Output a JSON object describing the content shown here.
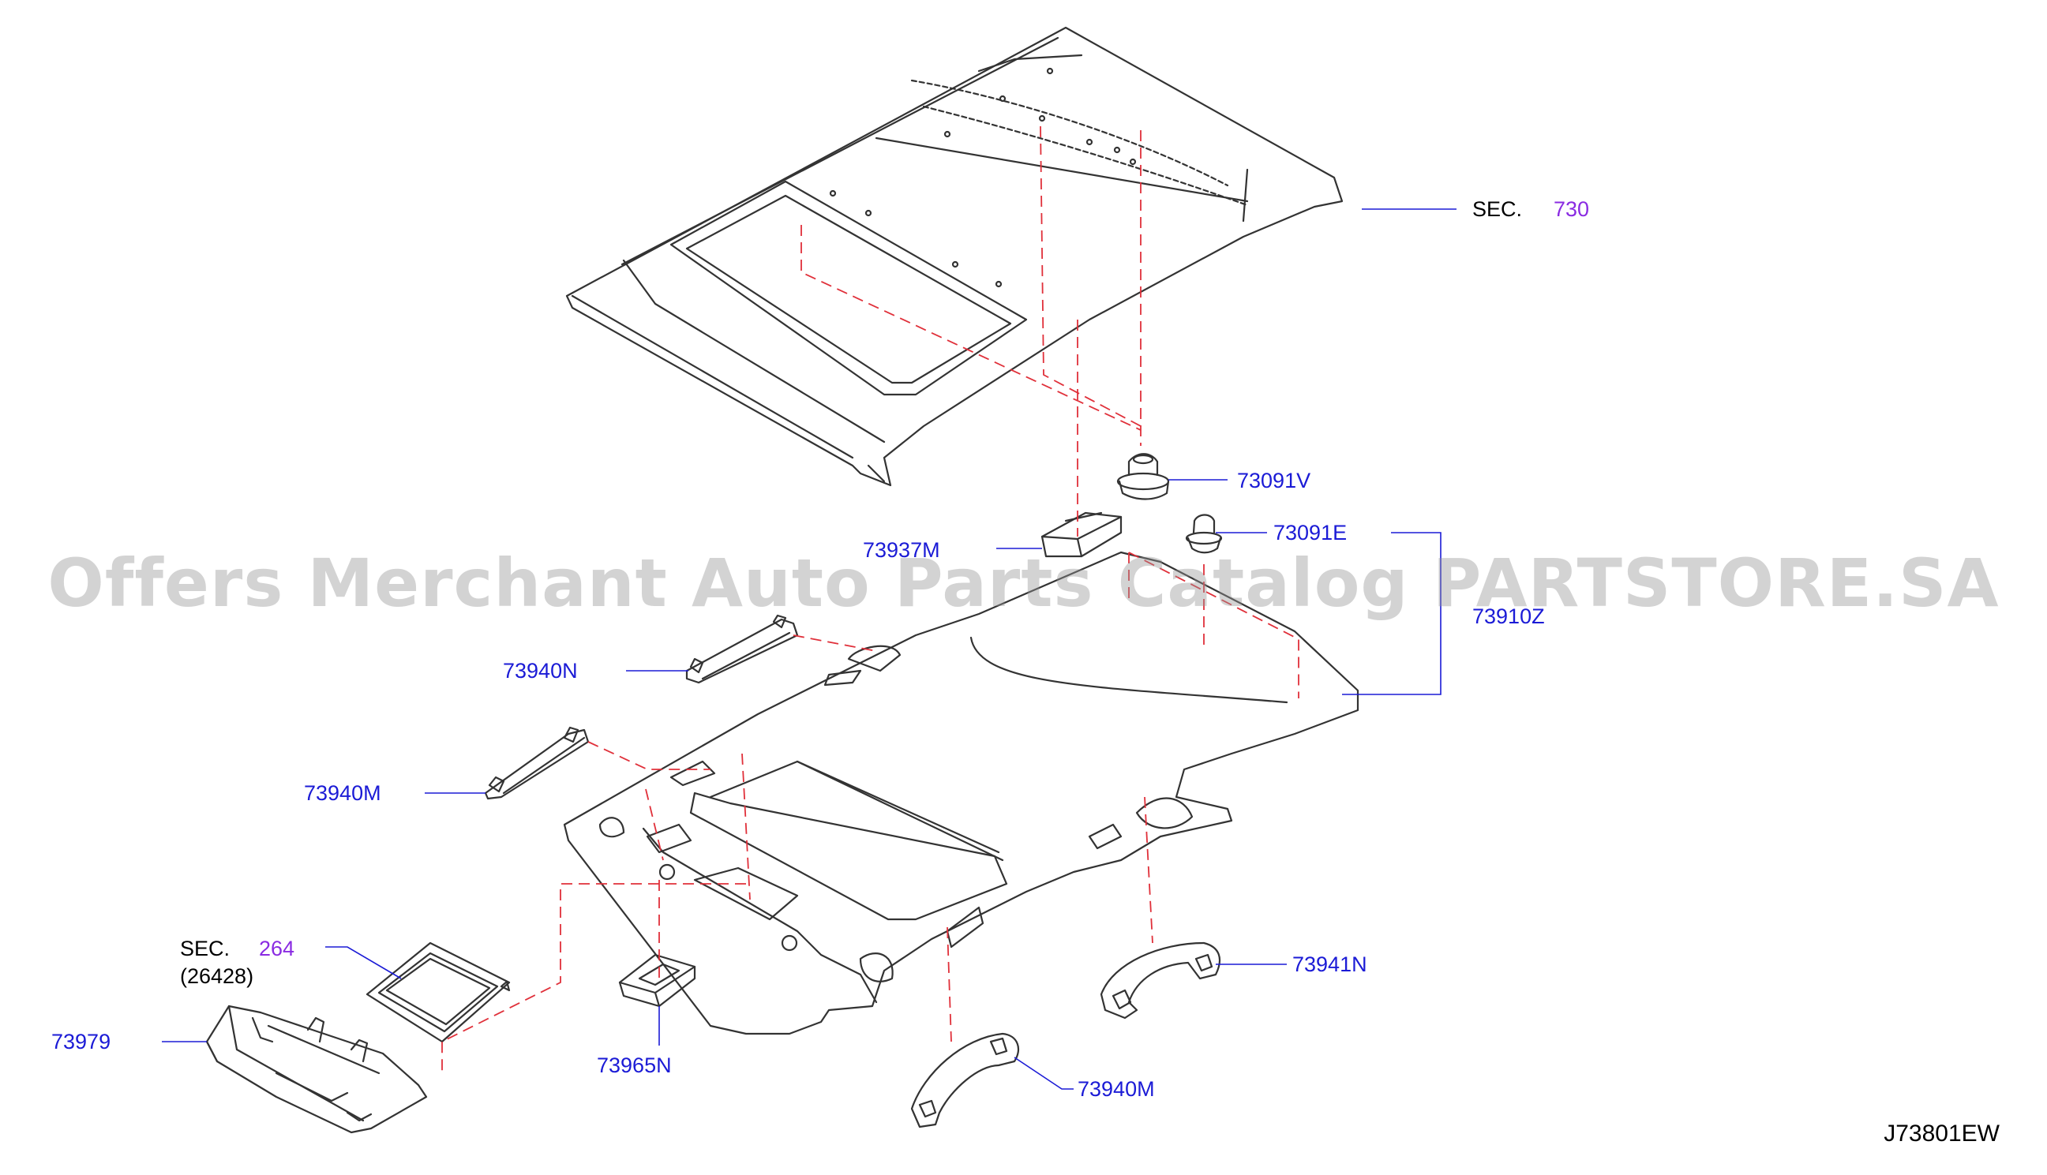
{
  "colors": {
    "part_number": "#1b1bd6",
    "section_ref": "#8a2be2",
    "leader_line": "#1b1bd6",
    "dashed_guide": "#e0303a",
    "part_outline": "#333333",
    "watermark": "#969696"
  },
  "labels": {
    "sec_top_prefix": "SEC.",
    "sec_top_num": "730",
    "p73091V": "73091V",
    "p73091E": "73091E",
    "p73937M": "73937M",
    "p73910Z": "73910Z",
    "p73940N": "73940N",
    "p73940M_left": "73940M",
    "sec_bottom_prefix": "SEC.",
    "sec_bottom_num": "264",
    "sec_bottom_sub": "(26428)",
    "p73979": "73979",
    "p73965N": "73965N",
    "p73941N": "73941N",
    "p73940M_bottom": "73940M"
  },
  "watermark": "Offers Merchant Auto Parts Catalog PARTSTORE.SA",
  "diagram_code": "J73801EW"
}
